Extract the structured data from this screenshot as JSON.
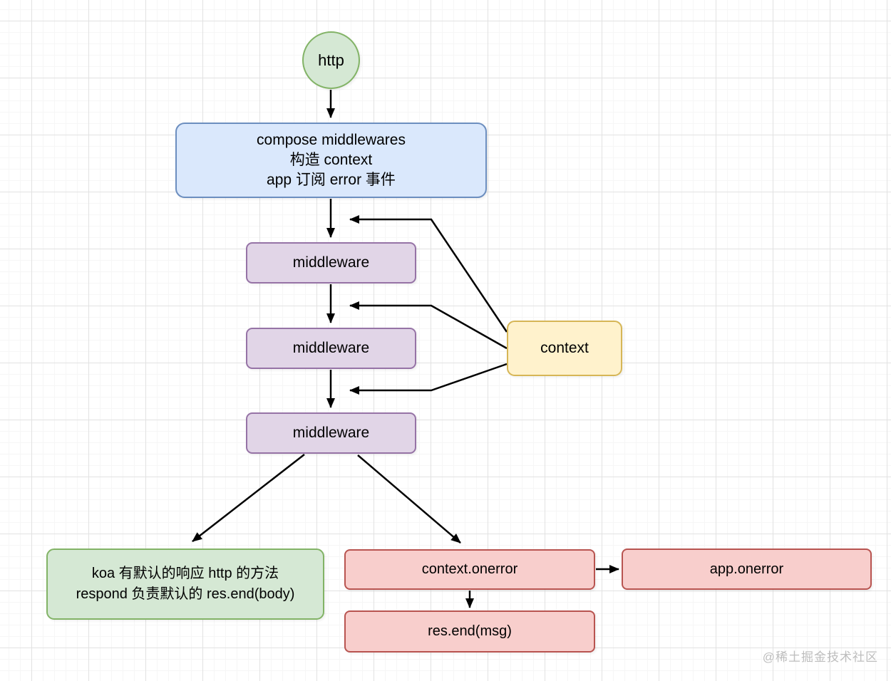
{
  "diagram": {
    "title_semantic": "koa middleware flow",
    "nodes": {
      "http": {
        "label": "http"
      },
      "compose": {
        "line1": "compose middlewares",
        "line2": "构造 context",
        "line3": "app 订阅 error 事件"
      },
      "middleware1": {
        "label": "middleware"
      },
      "middleware2": {
        "label": "middleware"
      },
      "middleware3": {
        "label": "middleware"
      },
      "context": {
        "label": "context"
      },
      "koa_respond": {
        "line1": "koa 有默认的响应 http 的方法",
        "line2": "respond 负责默认的 res.end(body)"
      },
      "context_onerror": {
        "label": "context.onerror"
      },
      "app_onerror": {
        "label": "app.onerror"
      },
      "res_end": {
        "label": "res.end(msg)"
      }
    },
    "edges": [
      {
        "from": "http",
        "to": "compose"
      },
      {
        "from": "compose",
        "to": "middleware1"
      },
      {
        "from": "middleware1",
        "to": "middleware2"
      },
      {
        "from": "middleware2",
        "to": "middleware3"
      },
      {
        "from": "middleware3",
        "to": "koa_respond"
      },
      {
        "from": "middleware3",
        "to": "context_onerror"
      },
      {
        "from": "context",
        "to": "flow-before-middleware1"
      },
      {
        "from": "context",
        "to": "flow-before-middleware2"
      },
      {
        "from": "context",
        "to": "flow-before-middleware3"
      },
      {
        "from": "context_onerror",
        "to": "app_onerror"
      },
      {
        "from": "context_onerror",
        "to": "res_end"
      }
    ],
    "colors": {
      "green_fill": "#d5e8d4",
      "green_border": "#82b366",
      "blue_fill": "#dae8fc",
      "blue_border": "#6c8ebf",
      "purple_fill": "#e1d5e7",
      "purple_border": "#9673a6",
      "yellow_fill": "#fff2cc",
      "yellow_border": "#d6b656",
      "red_fill": "#f8cecc",
      "red_border": "#b85450",
      "arrow": "#000000",
      "grid_major": "#e2e2e2",
      "grid_minor": "#f6f6f6"
    },
    "watermark": "@稀土掘金技术社区"
  }
}
